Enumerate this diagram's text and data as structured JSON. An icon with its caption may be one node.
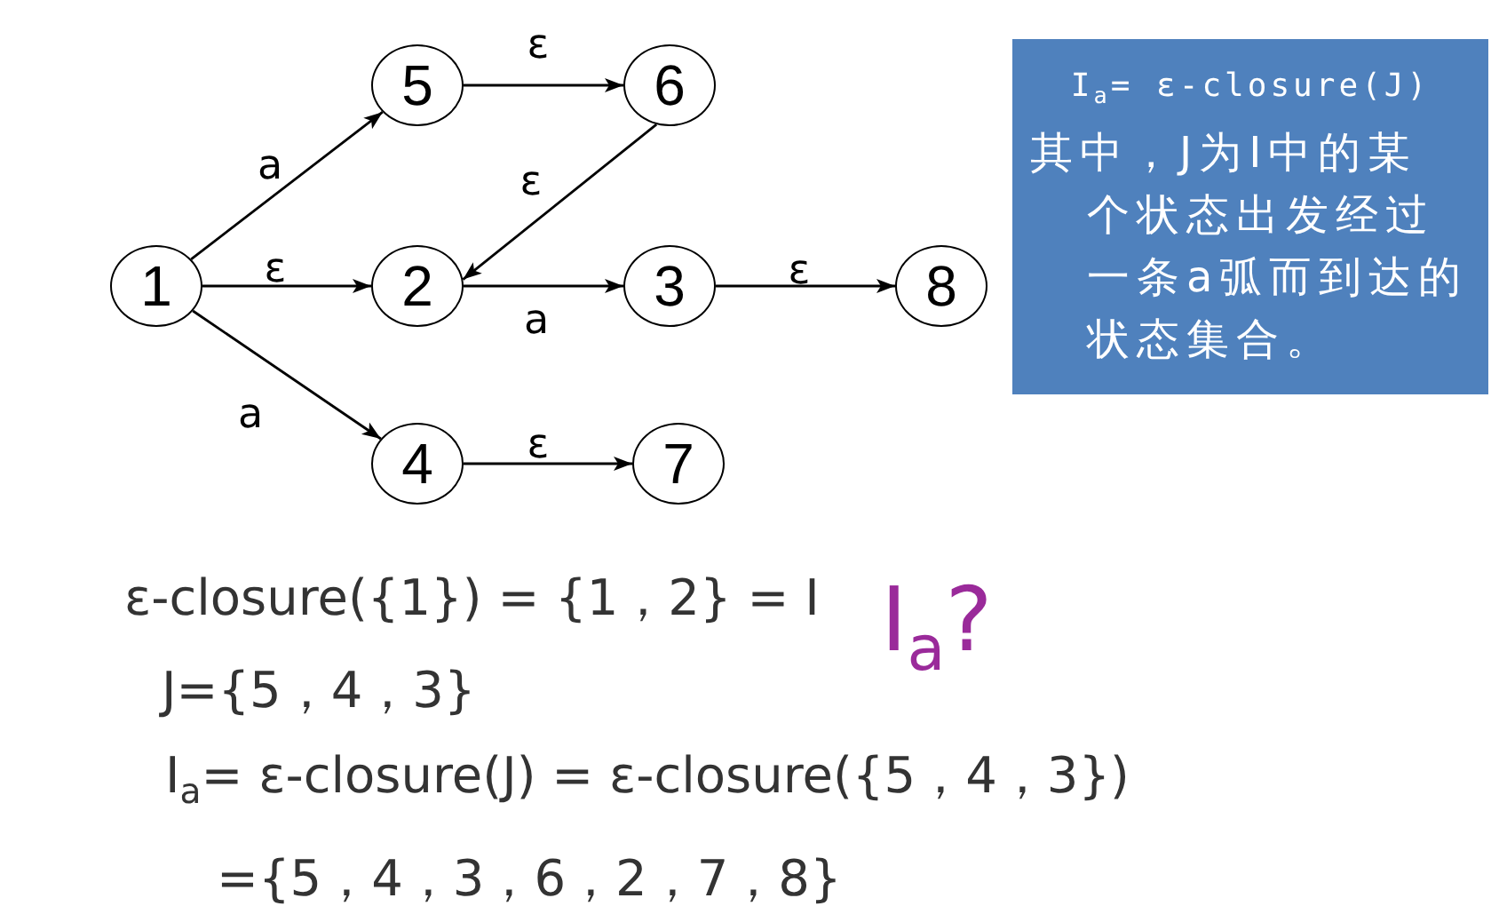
{
  "diagram": {
    "nodes": [
      {
        "text": [
          "5"
        ]
      },
      {
        "text": [
          "6"
        ]
      },
      {
        "text": [
          "1"
        ]
      },
      {
        "text": [
          "2"
        ]
      },
      {
        "text": [
          "3"
        ]
      },
      {
        "text": [
          "8"
        ]
      },
      {
        "text": [
          "4"
        ]
      },
      {
        "text": [
          "7"
        ]
      },
      {
        "text": [
          "I$_{a}$= ε-closure(J)",
          "其中，J为I中的某个状态出发经过一条a弧而到达的状态集合。"
        ]
      }
    ],
    "edges": [
      {
        "from": 2,
        "to": 0,
        "arrow": "to",
        "label": "a"
      },
      {
        "from": 0,
        "to": 1,
        "arrow": "to",
        "label": "ε"
      },
      {
        "from": 1,
        "to": 3,
        "arrow": "to",
        "label": "ε"
      },
      {
        "from": 2,
        "to": 3,
        "arrow": "to",
        "label": "ε"
      },
      {
        "from": 3,
        "to": 4,
        "arrow": "to",
        "label": "a"
      },
      {
        "from": 4,
        "to": 5,
        "arrow": "to",
        "label": "ε"
      },
      {
        "from": 2,
        "to": 6,
        "arrow": "to",
        "label": "a"
      },
      {
        "from": 6,
        "to": 7,
        "arrow": "to",
        "label": "ε"
      }
    ],
    "labels": [
      "ε-closure({1}) = {1，2} = I",
      "I$_{a}$?",
      "J={5，4，3}",
      "I$_{a}$= ε-closure(J) = ε-closure({5，4，3})",
      "={5，4，3，6，2，7，8}"
    ]
  }
}
